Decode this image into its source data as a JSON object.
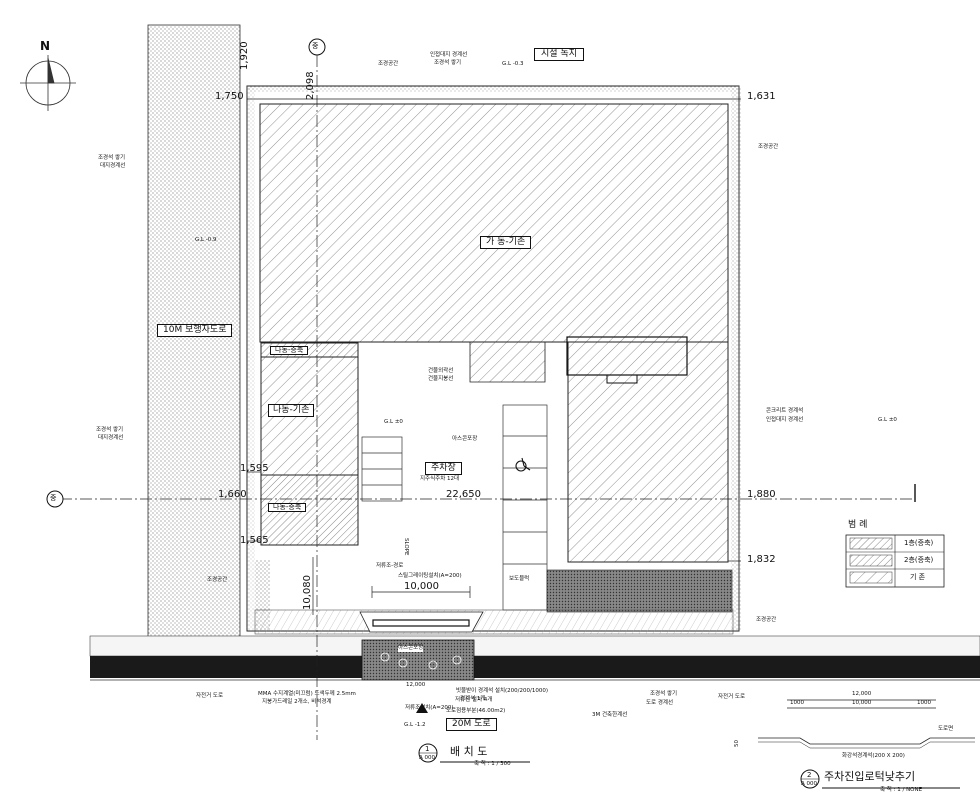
{
  "north_label": "N",
  "axis_labels": {
    "vertical": "중",
    "horizontal": "중"
  },
  "top": {
    "landscape_note": "조경공간",
    "boundary_note_1": "인접대지 경계선",
    "boundary_note_2": "조경석 쌓기",
    "gl_note": "G.L -0.3",
    "facility_label": "시설 녹지"
  },
  "dims": {
    "top_left_v": "1,920",
    "axis_v": "2,098",
    "left_h": "1,750",
    "right_h": "1,631",
    "middle_left_1": "1,595",
    "middle_left_2": "1,660",
    "middle_span": "22,650",
    "middle_right": "1,880",
    "lower_left": "1,565",
    "lower_right": "1,832",
    "entry_width": "10,000",
    "vertical_entry": "10,080",
    "road_width": "12,000"
  },
  "left_notes": {
    "stone_1": "조경석 쌓기",
    "boundary_1": "대지경계선",
    "gl": "G.L -0.9",
    "walkway": "10M 보행자도로",
    "stone_2": "조경석 쌓기",
    "boundary_2": "대지경계선",
    "landscape_lower": "조경공간"
  },
  "buildings": {
    "ga": "가 동-기존",
    "na_ext_top": "나동-증축",
    "na_existing": "나동-기존",
    "na_ext_bottom": "나동-증축"
  },
  "site": {
    "building_line_1": "건물외곽선",
    "building_line_2": "건물지붕선",
    "gl_0": "G.L ±0",
    "asphalt": "아스콘포장",
    "parking": "주차장",
    "parking_sub": "지주식주차 12대",
    "slope": "SLOPE",
    "entrance_paving": "저류조-경로",
    "steel_grating": "스틸그레이팅설치(A=200)",
    "sidewalk": "보도블럭",
    "asphalt_road": "아스콘포장"
  },
  "right_notes": {
    "landscape_top": "조경공간",
    "concrete_boundary": "콘크리트 경계석",
    "adjacent_boundary": "인접대지 경계선",
    "gl": "G.L ±0",
    "landscape_bottom": "조경공간"
  },
  "legend": {
    "title": "범 례",
    "items": [
      {
        "label": "1층(증축)"
      },
      {
        "label": "2층(증축)"
      },
      {
        "label": "기 존"
      }
    ]
  },
  "bottom_notes": {
    "bike_road": "자전거 도로",
    "mma_1": "MMA 수지계열(미끄럼) 도색두께 2.5mm",
    "mma_2": "지붕가드레일 2개소, 비석경계",
    "runoff_pos": "저류조설치(A=200)",
    "runoff_note": "저류된 설치 4개",
    "ramp_slope": "도로점용부분(46.00m2)",
    "gl_road": "G.L -1.2",
    "road_label": "20M 도로",
    "curb_drain_1": "빗물받이 경계석 설치(200/200/1000)",
    "curb_drain_2": "경계석 1개",
    "building_line": "3M 건축한계선",
    "stone_pile": "조경석 쌓기",
    "road_boundary": "도로 경계선",
    "bike_road_2": "자전거 도로"
  },
  "titles": {
    "plan_num": "1",
    "plan_sub": "A 000",
    "plan_title": "배 치 도",
    "plan_scale": "축 척 : 1 / 300",
    "section_num": "2",
    "section_sub": "A 000",
    "section_title": "주차진입로턱낮추기",
    "section_scale": "축 척 : 1 / NONE"
  },
  "section": {
    "overall": "12,000",
    "left_seg": "1000",
    "mid_seg": "10,000",
    "right_seg": "1000",
    "height": "50",
    "curb_label": "도로면",
    "kerb_note": "화강석경계석(200 X 200)"
  }
}
